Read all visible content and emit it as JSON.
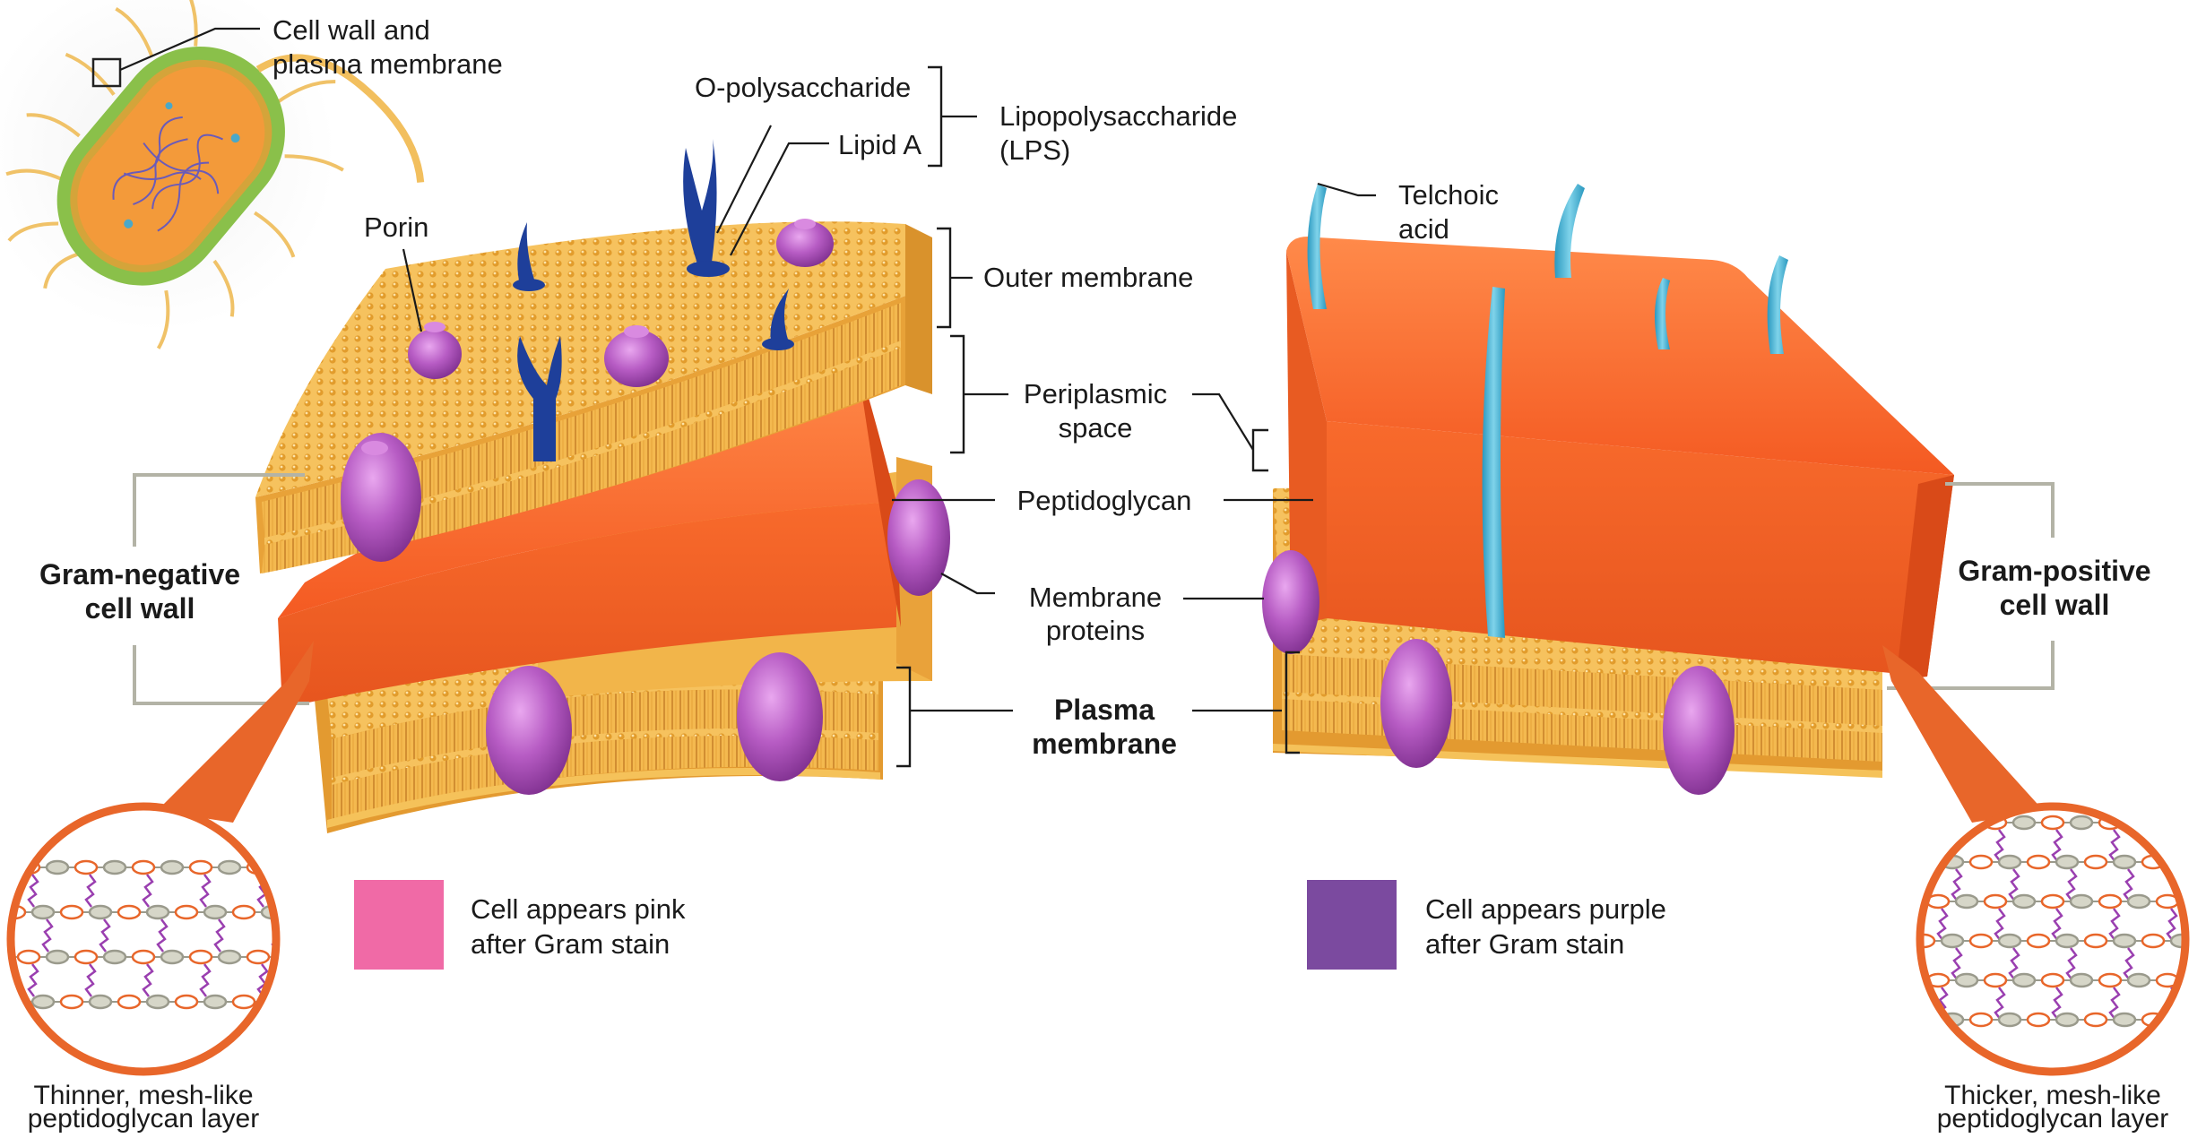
{
  "labels": {
    "inset": [
      "Cell wall and",
      "plasma membrane"
    ],
    "o_polysaccharide": "O-polysaccharide",
    "lipid_a": "Lipid A",
    "lps": [
      "Lipopolysaccharide",
      "(LPS)"
    ],
    "porin": "Porin",
    "outer_membrane": "Outer membrane",
    "periplasmic_space": [
      "Periplasmic",
      "space"
    ],
    "peptidoglycan": "Peptidoglycan",
    "membrane_proteins": [
      "Membrane",
      "proteins"
    ],
    "plasma_membrane": [
      "Plasma",
      "membrane"
    ],
    "teichoic_acid": [
      "Telchoic",
      "acid"
    ],
    "gram_negative": [
      "Gram-negative",
      "cell wall"
    ],
    "gram_positive": [
      "Gram-positive",
      "cell wall"
    ]
  },
  "legend": {
    "pink": {
      "text": [
        "Cell appears pink",
        "after Gram stain"
      ],
      "color": "#f06aa6"
    },
    "purple": {
      "text": [
        "Cell appears purple",
        "after Gram stain"
      ],
      "color": "#7b4a9f"
    }
  },
  "captions": {
    "thin": [
      "Thinner, mesh-like",
      "peptidoglycan layer"
    ],
    "thick": [
      "Thicker, mesh-like",
      "peptidoglycan layer"
    ]
  },
  "colors": {
    "membrane": "#f2b54a",
    "peptidoglycan": "#f46a2e",
    "protein": "#b25abd",
    "lps": "#1e3f9a",
    "teichoic": "#3ab2d2",
    "callout": "#e8662a"
  }
}
